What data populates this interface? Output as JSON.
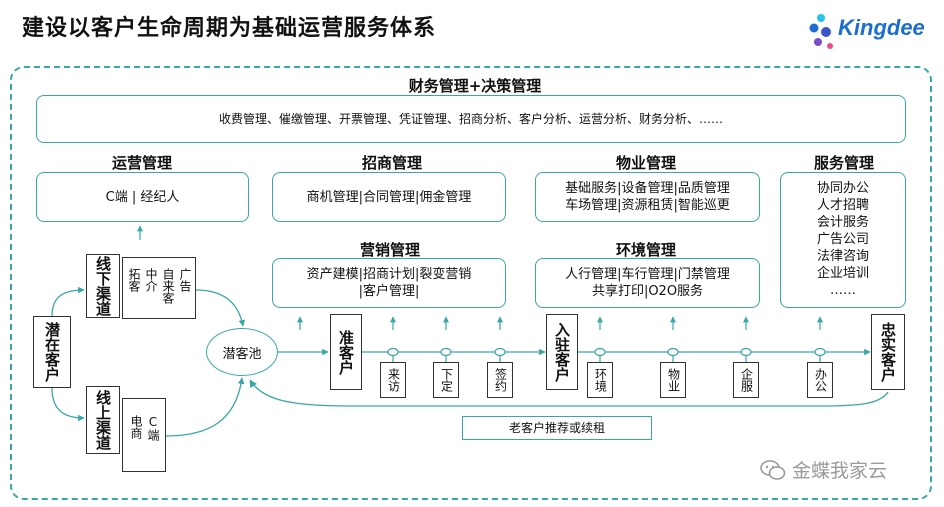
{
  "header": {
    "title": "建设以客户生命周期为基础运营服务体系",
    "logo_text": "Kingdee"
  },
  "finance": {
    "heading": "财务管理+决策管理",
    "content": "收费管理、催缴管理、开票管理、凭证管理、招商分析、客户分析、运营分析、财务分析、……"
  },
  "operations": {
    "heading": "运营管理",
    "content": "C端 | 经纪人"
  },
  "investment": {
    "heading": "招商管理",
    "content": "商机管理|合同管理|佣金管理"
  },
  "property": {
    "heading": "物业管理",
    "line1": "基础服务|设备管理|品质管理",
    "line2": "车场管理|资源租赁|智能巡更"
  },
  "service": {
    "heading": "服务管理",
    "items": [
      "协同办公",
      "人才招聘",
      "会计服务",
      "广告公司",
      "法律咨询",
      "企业培训",
      "……"
    ]
  },
  "marketing": {
    "heading": "营销管理",
    "line1": "资产建模|招商计划|裂变营销",
    "line2": "|客户管理|"
  },
  "environment": {
    "heading": "环境管理",
    "line1": "人行管理|车行管理|门禁管理",
    "line2": "共享打印|O2O服务"
  },
  "flow": {
    "potential": "潜在客户",
    "offline": "线下渠道",
    "online": "线上渠道",
    "offline_sources": [
      "广告",
      "自来客",
      "中介",
      "拓客"
    ],
    "online_sources": [
      "C端",
      "电商"
    ],
    "pool": "潜客池",
    "prospect": "准客户",
    "checkin": "入驻客户",
    "loyal": "忠实客户",
    "stages_a": [
      "来访",
      "下定",
      "签约"
    ],
    "stages_b": [
      "环境",
      "物业",
      "企服",
      "办公"
    ],
    "referral": "老客户推荐或续租"
  },
  "watermark": {
    "text": "金蝶我家云"
  },
  "colors": {
    "accent": "#3aa6a6",
    "brand": "#1c6fd0"
  }
}
